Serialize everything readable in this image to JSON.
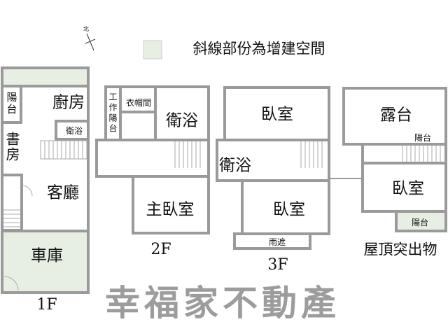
{
  "compass": {
    "label": "北"
  },
  "legend": {
    "text": "斜線部份為增建空間",
    "swatch_color": "#e6efe2"
  },
  "colors": {
    "wall": "#9a9a9a",
    "addition_fill": "#e6efe2"
  },
  "floors": {
    "f1": {
      "label": "1F",
      "rooms": {
        "balcony": "陽台",
        "kitchen": "廚房",
        "bath": "衛浴",
        "study": "書房",
        "living": "客廳",
        "garage": "車庫"
      }
    },
    "f2": {
      "label": "2F",
      "rooms": {
        "work_balcony": "工作陽台",
        "closet": "衣帽間",
        "bath": "衛浴",
        "master": "主臥室"
      }
    },
    "f3": {
      "label": "3F",
      "rooms": {
        "bedroom_top": "臥室",
        "bath": "衛浴",
        "bedroom_bottom": "臥室",
        "canopy": "雨遮"
      }
    },
    "roof": {
      "label": "屋頂突出物",
      "rooms": {
        "terrace": "露台",
        "balcony_top": "陽台",
        "bedroom": "臥室",
        "balcony_bottom": "陽台"
      }
    }
  },
  "watermark": "幸福家不動產"
}
